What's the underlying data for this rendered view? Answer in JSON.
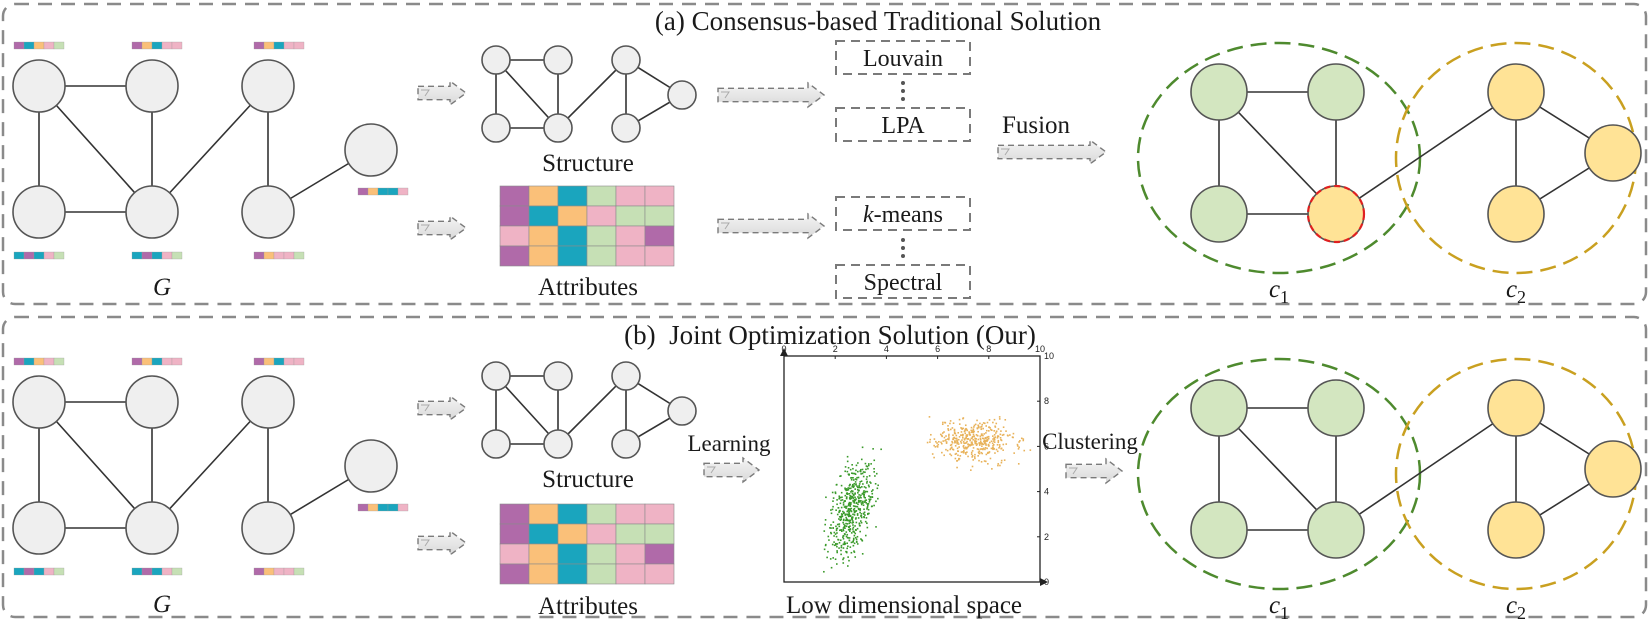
{
  "panel_a": {
    "title": "(a) Consensus-based Traditional Solution",
    "graph_label": "G",
    "structure_label": "Structure",
    "attributes_label": "Attributes",
    "structure_algorithms": [
      "Louvain",
      "LPA"
    ],
    "attribute_algorithms": [
      "k-means",
      "Spectral"
    ],
    "attribute_alg_italic_prefix": "k",
    "attribute_alg_suffix": "-means",
    "fusion_label": "Fusion",
    "cluster_labels": [
      "c1",
      "c2"
    ]
  },
  "panel_b": {
    "title": "(b)  Joint Optimization Solution (Our)",
    "graph_label": "G",
    "structure_label": "Structure",
    "attributes_label": "Attributes",
    "learning_label": "Learning",
    "clustering_label": "Clustering",
    "space_label": "Low dimensional space",
    "cluster_labels": [
      "c1",
      "c2"
    ]
  },
  "colors": {
    "node_gray": "#efefef",
    "node_green": "#d3e6c0",
    "node_yellow": "#ffe396",
    "cluster_green": "#4e8a2e",
    "cluster_gold": "#c9a020",
    "misassigned_ring": "#e02020",
    "attr_purple": "#b06aa9",
    "attr_orange": "#fac079",
    "attr_teal": "#1aa5be",
    "attr_green": "#c6e0b5",
    "attr_pink": "#efb3c5"
  },
  "chart_data": {
    "type": "scatter",
    "title": "",
    "xlabel": "",
    "ylabel": "",
    "xlim": [
      0,
      10
    ],
    "ylim": [
      0,
      10
    ],
    "x_ticks": [
      "0",
      "2",
      "4",
      "6",
      "8",
      "10"
    ],
    "y_ticks": [
      "0",
      "2",
      "4",
      "6",
      "8",
      "10"
    ],
    "grid": false,
    "series": [
      {
        "color": "#3a9a2a",
        "cluster": [
          2.6,
          3.2
        ],
        "spread": [
          0.7,
          1.9
        ],
        "count": 520
      },
      {
        "color": "#e8b25a",
        "cluster": [
          7.4,
          6.3
        ],
        "spread": [
          1.4,
          0.8
        ],
        "count": 420
      }
    ]
  }
}
